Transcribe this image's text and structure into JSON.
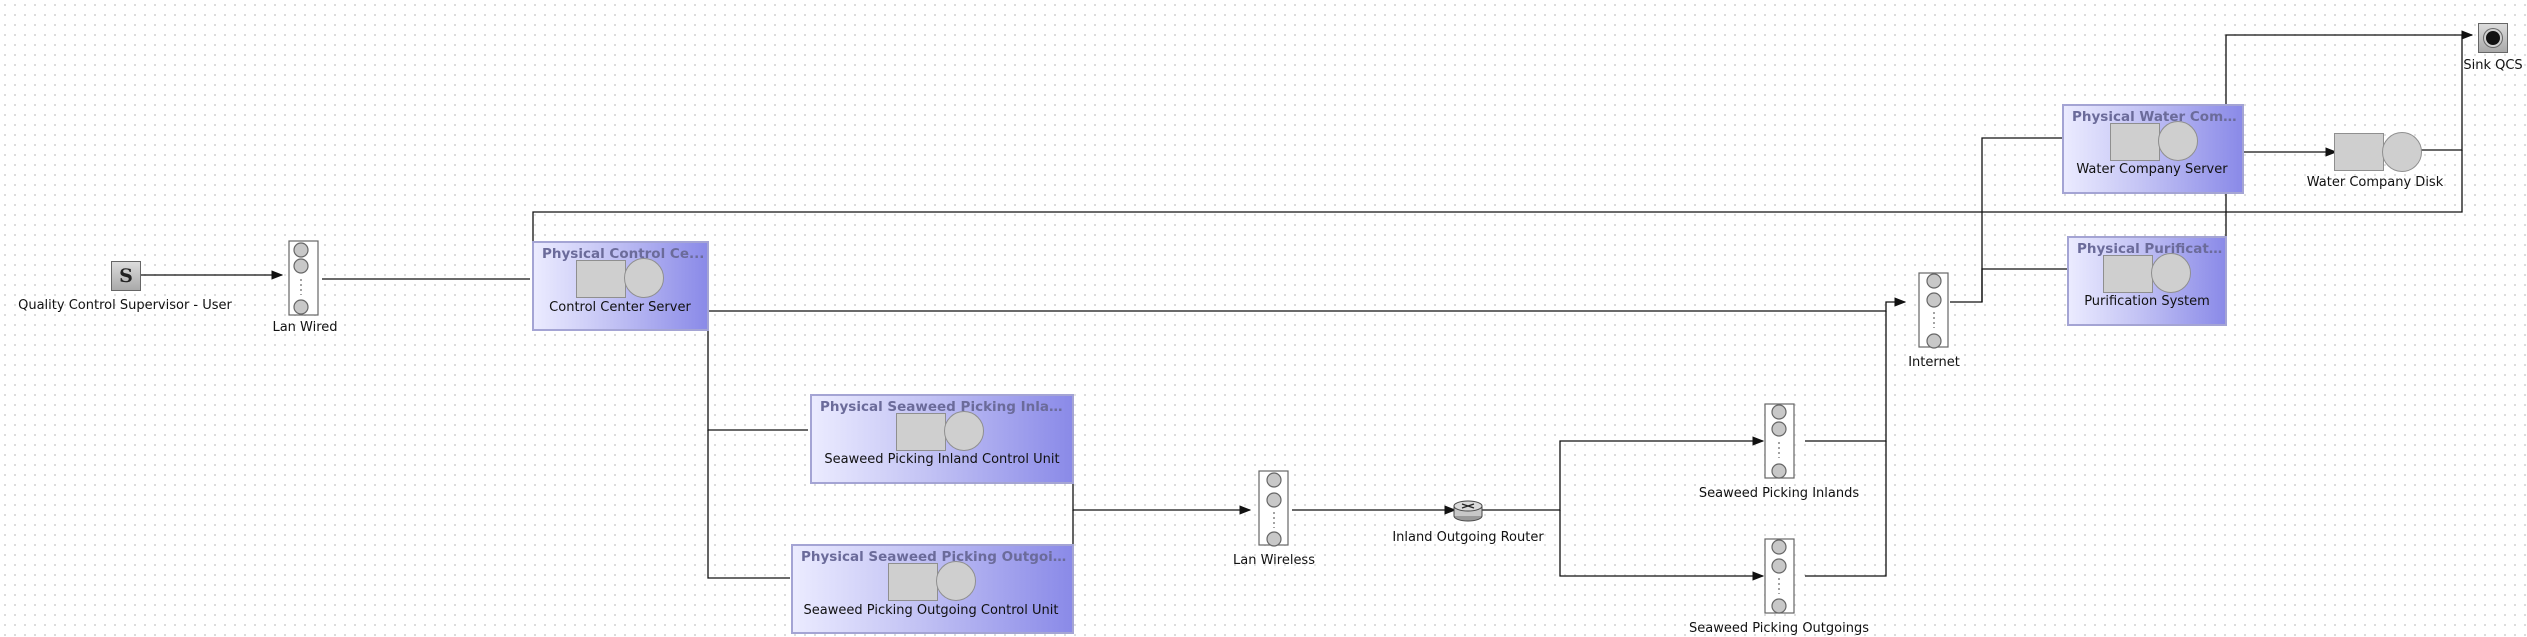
{
  "diagram": {
    "type": "queueing-network",
    "colors": {
      "region_fill": "#c2c2f4",
      "region_border": "#a4a4d4",
      "region_title": "#6b6b9a",
      "station_fill": "#cfcfcf",
      "connector": "#111111"
    },
    "nodes": {
      "source": {
        "label": "Quality Control Supervisor - User",
        "glyph": "S",
        "icon": "source-icon"
      },
      "lan_wired": {
        "label": "Lan Wired",
        "icon": "fork-join-icon"
      },
      "control_center": {
        "region_title": "Physical Control Ce...",
        "label": "Control Center Server",
        "icon": "server-station-icon"
      },
      "spi_control": {
        "region_title": "Physical Seaweed Picking Inland...",
        "label": "Seaweed Picking Inland Control Unit",
        "icon": "server-station-icon"
      },
      "spo_control": {
        "region_title": "Physical Seaweed Picking Outgoin...",
        "label": "Seaweed Picking Outgoing Control Unit",
        "icon": "server-station-icon"
      },
      "lan_wireless": {
        "label": "Lan Wireless",
        "icon": "fork-join-icon"
      },
      "router": {
        "label": "Inland Outgoing Router",
        "icon": "router-icon"
      },
      "spi": {
        "label": "Seaweed Picking Inlands",
        "icon": "fork-join-icon"
      },
      "spo": {
        "label": "Seaweed Picking Outgoings",
        "icon": "fork-join-icon"
      },
      "internet": {
        "label": "Internet",
        "icon": "fork-join-icon"
      },
      "purification": {
        "region_title": "Physical Purificati...",
        "label": "Purification System",
        "icon": "server-station-icon"
      },
      "water_server": {
        "region_title": "Physical Water Comp...",
        "label": "Water Company Server",
        "icon": "server-station-icon"
      },
      "water_disk": {
        "label": "Water Company Disk",
        "icon": "disk-station-icon"
      },
      "sink": {
        "label": "Sink QCS",
        "icon": "sink-icon"
      }
    },
    "edges": [
      {
        "from": "Quality Control Supervisor - User",
        "to": "Lan Wired"
      },
      {
        "from": "Lan Wired",
        "to": "Control Center Server"
      },
      {
        "from": "Control Center Server",
        "to": "Internet"
      },
      {
        "from": "Control Center Server",
        "to": "Seaweed Picking Inland Control Unit"
      },
      {
        "from": "Control Center Server",
        "to": "Seaweed Picking Outgoing Control Unit"
      },
      {
        "from": "Seaweed Picking Inland Control Unit",
        "to": "Lan Wireless"
      },
      {
        "from": "Seaweed Picking Outgoing Control Unit",
        "to": "Lan Wireless"
      },
      {
        "from": "Lan Wireless",
        "to": "Inland Outgoing Router"
      },
      {
        "from": "Inland Outgoing Router",
        "to": "Seaweed Picking Inlands"
      },
      {
        "from": "Inland Outgoing Router",
        "to": "Seaweed Picking Outgoings"
      },
      {
        "from": "Seaweed Picking Inlands",
        "to": "Internet"
      },
      {
        "from": "Seaweed Picking Outgoings",
        "to": "Internet"
      },
      {
        "from": "Internet",
        "to": "Water Company Server"
      },
      {
        "from": "Internet",
        "to": "Purification System"
      },
      {
        "from": "Water Company Server",
        "to": "Water Company Disk"
      },
      {
        "from": "Water Company Disk",
        "to": "Sink QCS"
      },
      {
        "from": "Purification System",
        "to": "Sink QCS"
      },
      {
        "from": "Water Company Disk",
        "to": "Control Center Server"
      }
    ]
  }
}
